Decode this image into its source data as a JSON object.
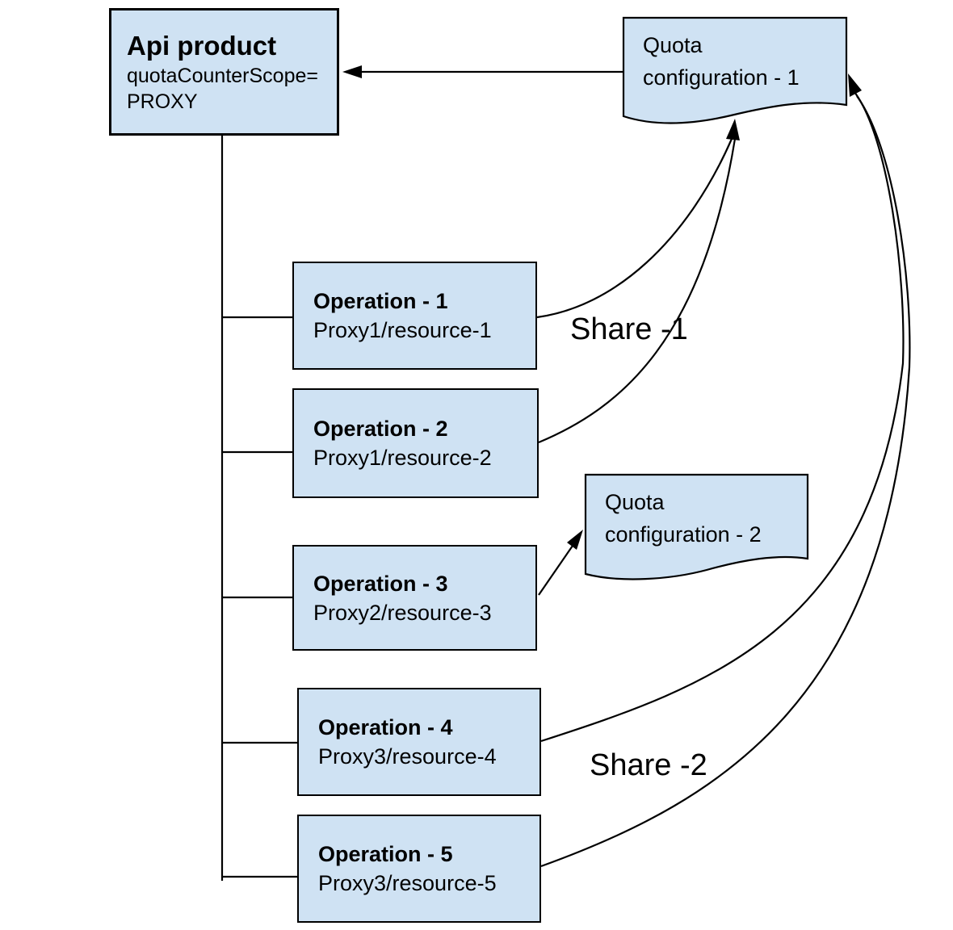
{
  "diagram": {
    "colors": {
      "node_fill": "#cfe2f3",
      "stroke": "#000000",
      "background": "#ffffff"
    },
    "nodes": {
      "api_product": {
        "title": "Api product",
        "subtitle_line1": "quotaCounterScope=",
        "subtitle_line2": "PROXY"
      },
      "quota_config_1": {
        "line1": "Quota",
        "line2": "configuration - 1"
      },
      "quota_config_2": {
        "line1": "Quota",
        "line2": "configuration - 2"
      },
      "operations": [
        {
          "title": "Operation - 1",
          "subtitle": "Proxy1/resource-1"
        },
        {
          "title": "Operation - 2",
          "subtitle": "Proxy1/resource-2"
        },
        {
          "title": "Operation - 3",
          "subtitle": "Proxy2/resource-3"
        },
        {
          "title": "Operation - 4",
          "subtitle": "Proxy3/resource-4"
        },
        {
          "title": "Operation - 5",
          "subtitle": "Proxy3/resource-5"
        }
      ]
    },
    "edge_labels": {
      "share_1": "Share -1",
      "share_2": "Share -2"
    }
  }
}
